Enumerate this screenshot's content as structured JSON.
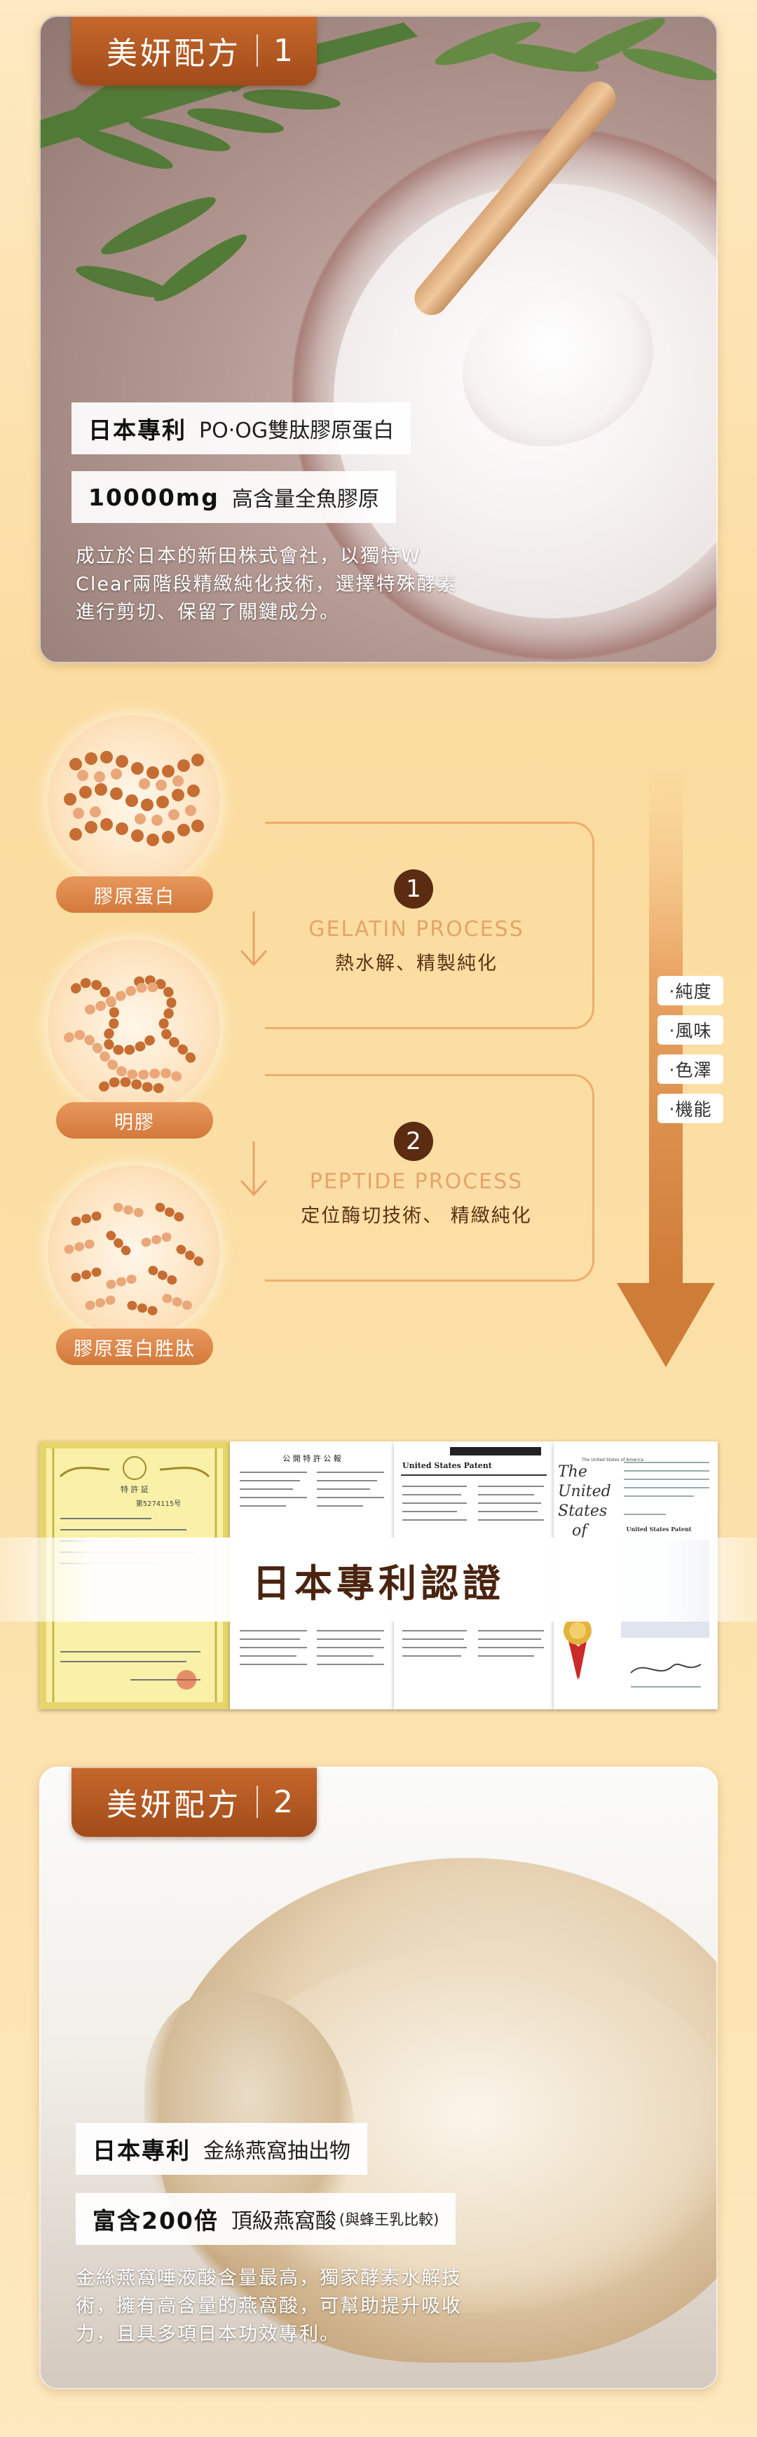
{
  "card1": {
    "badge_title": "美妍配方",
    "badge_num": "1",
    "patent_strong": "日本專利",
    "patent_text": "PO‧OG雙肽膠原蛋白",
    "amount_strong": "10000mg",
    "amount_text": "高含量全魚膠原",
    "desc": "成立於日本的新田株式會社，以獨特W Clear兩階段精緻純化技術，選擇特殊酵素進行剪切、保留了關鍵成分。"
  },
  "process": {
    "labels": [
      "膠原蛋白",
      "明膠",
      "膠原蛋白胜肽"
    ],
    "steps": [
      {
        "num": "1",
        "en": "GELATIN PROCESS",
        "zh": "熱水解、精製純化"
      },
      {
        "num": "2",
        "en": "PEPTIDE PROCESS",
        "zh": "定位酶切技術、 精緻純化"
      }
    ],
    "qualities": [
      "‧純度",
      "‧風味",
      "‧色澤",
      "‧機能"
    ]
  },
  "certs": {
    "title": "日本專利認證",
    "doc1_heading": "特 許 証",
    "doc1_number": "第5274115号",
    "doc2_heading": "公 開 特 許 公 報",
    "doc3_heading": "United States Patent",
    "doc4_heading": "The United States of America",
    "doc4_sub": "United States Patent"
  },
  "card2": {
    "badge_title": "美妍配方",
    "badge_num": "2",
    "patent_strong": "日本專利",
    "patent_text": "金絲燕窩抽出物",
    "amount_strong": "富含200倍",
    "amount_text": "頂級燕窩酸",
    "amount_small": "(與蜂王乳比較)",
    "desc": "金絲燕窩唾液酸含量最高，獨家酵素水解技術，擁有高含量的燕窩酸，可幫助提升吸收力，且具多項日本功效專利。"
  },
  "colors": {
    "accent": "#b5561f",
    "process_line": "#efad6e",
    "arrow": "#d98a45",
    "step_circle": "#5b2c12"
  }
}
